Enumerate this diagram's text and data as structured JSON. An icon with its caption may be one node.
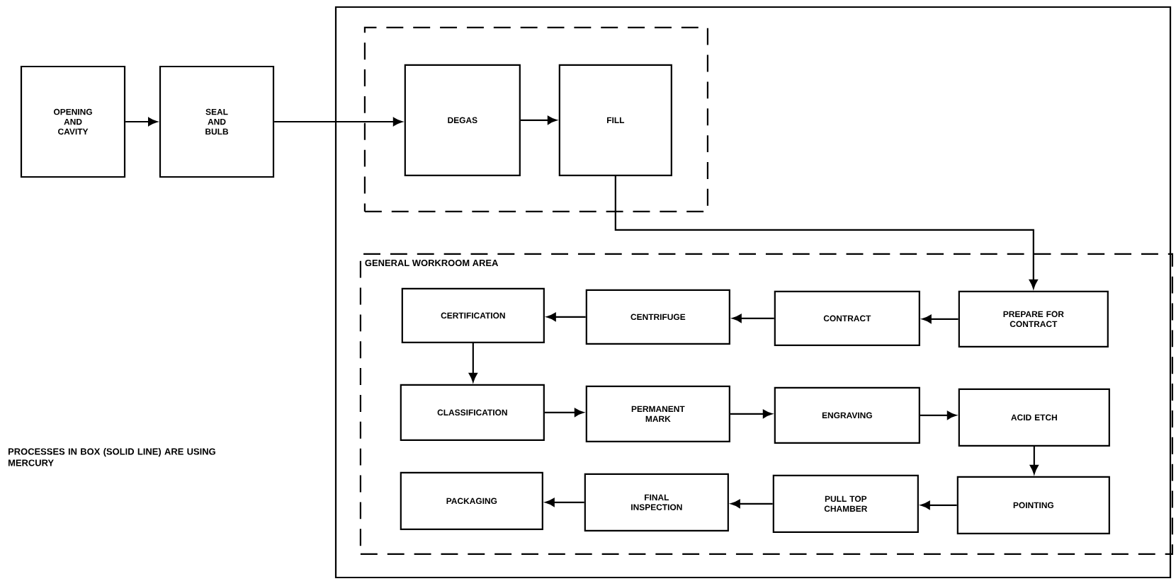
{
  "diagram": {
    "nodes": [
      {
        "text": [
          "OPENING AND CAVITY"
        ]
      },
      {
        "text": [
          "SEAL AND BULB"
        ]
      },
      {
        "text": [],
        "shape": "box"
      },
      {
        "text": [],
        "shape": "box",
        "in": 2
      },
      {
        "text": [
          "DEGAS"
        ],
        "in": 3
      },
      {
        "text": [
          "FILL"
        ],
        "in": 3
      },
      {
        "text": [
          "GENERAL WORKROOM AREA"
        ],
        "in": 2
      },
      {
        "text": [
          "CERTIFICATION"
        ],
        "in": 6
      },
      {
        "text": [
          "CENTRIFUGE"
        ],
        "in": 6
      },
      {
        "text": [
          "CONTRACT"
        ],
        "in": 6
      },
      {
        "text": [
          "PREPARE FOR CONTRACT"
        ],
        "in": 6
      },
      {
        "text": [
          "CLASSIFICATION"
        ],
        "in": 6
      },
      {
        "text": [
          "PERMANENT MARK"
        ],
        "in": 6
      },
      {
        "text": [
          "ENGRAVING"
        ],
        "in": 6
      },
      {
        "text": [
          "ACID ETCH"
        ],
        "in": 6
      },
      {
        "text": [
          "PACKAGING"
        ],
        "in": 6
      },
      {
        "text": [
          "FINAL INSPECTION"
        ],
        "in": 6
      },
      {
        "text": [
          "PULL TOP CHAMBER"
        ],
        "in": 6
      },
      {
        "text": [
          "POINTING"
        ],
        "in": 6
      }
    ],
    "edges": [
      {
        "from": 0,
        "to": 1,
        "arrow": "to"
      },
      {
        "from": 1,
        "to": 4,
        "arrow": "to"
      },
      {
        "from": 4,
        "to": 5,
        "arrow": "to"
      },
      {
        "from": 5,
        "to": 10,
        "arrow": "to"
      },
      {
        "from": 10,
        "to": 9,
        "arrow": "to"
      },
      {
        "from": 9,
        "to": 8,
        "arrow": "to"
      },
      {
        "from": 8,
        "to": 7,
        "arrow": "to"
      },
      {
        "from": 7,
        "to": 11,
        "arrow": "to"
      },
      {
        "from": 11,
        "to": 12,
        "arrow": "to"
      },
      {
        "from": 12,
        "to": 13,
        "arrow": "to"
      },
      {
        "from": 13,
        "to": 14,
        "arrow": "to"
      },
      {
        "from": 14,
        "to": 18,
        "arrow": "to"
      },
      {
        "from": 18,
        "to": 17,
        "arrow": "to"
      },
      {
        "from": 17,
        "to": 16,
        "arrow": "to"
      },
      {
        "from": 16,
        "to": 15,
        "arrow": "to"
      }
    ],
    "labels": [
      "PROCESSES IN BOX (SOLID LINE) ARE USING MERCURY"
    ]
  }
}
